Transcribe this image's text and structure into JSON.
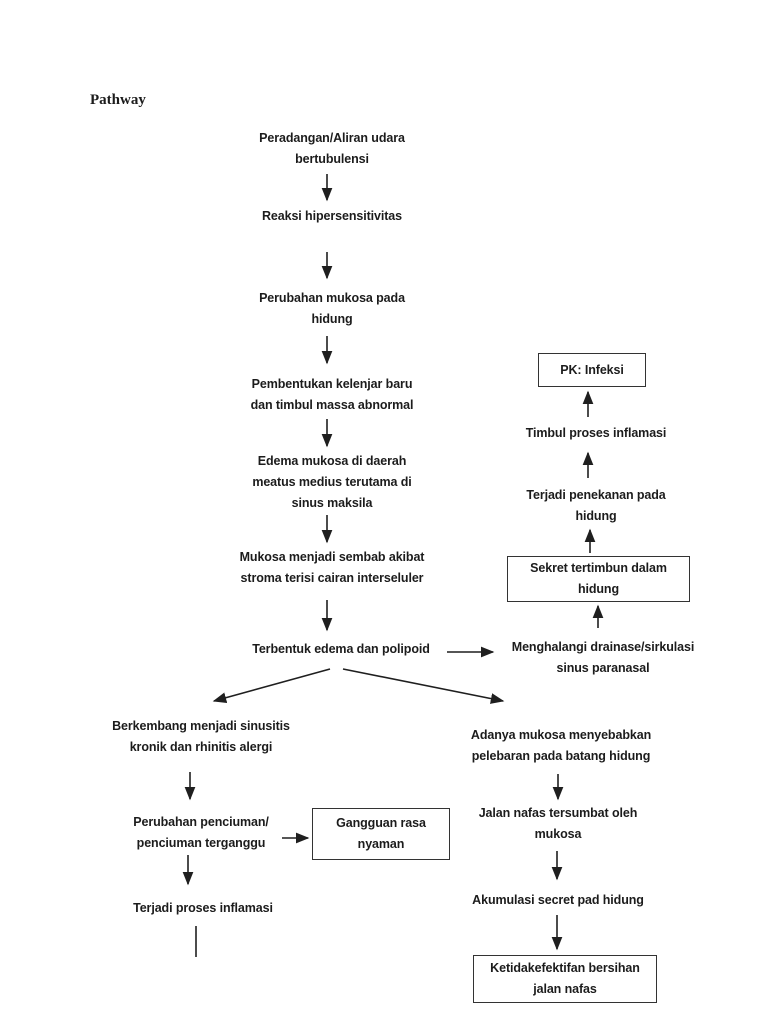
{
  "page": {
    "title": "Pathway",
    "background_color": "#ffffff",
    "ink_color": "#1f1f1f",
    "box_border_color": "#333333"
  },
  "diagram": {
    "type": "flowchart",
    "nodes": {
      "peradangan": {
        "label": "Peradangan/Aliran udara\nbertubulensi",
        "boxed": false
      },
      "reaksi": {
        "label": "Reaksi hipersensitivitas",
        "boxed": false
      },
      "perubahan_mukosa": {
        "label": "Perubahan mukosa pada\nhidung",
        "boxed": false
      },
      "pembentukan": {
        "label": "Pembentukan kelenjar baru\ndan timbul massa abnormal",
        "boxed": false
      },
      "edema_mukosa": {
        "label": "Edema mukosa di daerah\nmeatus medius terutama di\nsinus maksila",
        "boxed": false
      },
      "mukosa_sembab": {
        "label": "Mukosa menjadi sembab akibat\nstroma terisi cairan interseluler",
        "boxed": false
      },
      "terbentuk_edema": {
        "label": "Terbentuk edema dan polipoid",
        "boxed": false
      },
      "pk_infeksi": {
        "label": "PK: Infeksi",
        "boxed": true
      },
      "timbul_inflamasi": {
        "label": "Timbul proses inflamasi",
        "boxed": false
      },
      "penekanan_hidung": {
        "label": "Terjadi penekanan pada\nhidung",
        "boxed": false
      },
      "sekret_tertimbun": {
        "label": "Sekret tertimbun dalam\nhidung",
        "boxed": true
      },
      "menghalangi": {
        "label": "Menghalangi drainase/sirkulasi\nsinus paranasal",
        "boxed": false
      },
      "berkembang": {
        "label": "Berkembang menjadi sinusitis\nkronik dan rhinitis alergi",
        "boxed": false
      },
      "perubahan_penciuman": {
        "label": "Perubahan penciuman/\npenciuman terganggu",
        "boxed": false
      },
      "gangguan_nyaman": {
        "label": "Gangguan rasa\nnyaman",
        "boxed": true
      },
      "proses_inflamasi": {
        "label": "Terjadi proses inflamasi",
        "boxed": false
      },
      "adanya_mukosa": {
        "label": "Adanya mukosa menyebabkan\npelebaran pada batang hidung",
        "boxed": false
      },
      "jalan_nafas": {
        "label": "Jalan nafas tersumbat oleh\nmukosa",
        "boxed": false
      },
      "akumulasi": {
        "label": "Akumulasi secret pad hidung",
        "boxed": false
      },
      "ketidakefektifan": {
        "label": "Ketidakefektifan bersihan\njalan nafas",
        "boxed": true
      }
    },
    "edges": [
      {
        "from": "peradangan",
        "to": "reaksi"
      },
      {
        "from": "reaksi",
        "to": "perubahan_mukosa"
      },
      {
        "from": "perubahan_mukosa",
        "to": "pembentukan"
      },
      {
        "from": "pembentukan",
        "to": "edema_mukosa"
      },
      {
        "from": "edema_mukosa",
        "to": "mukosa_sembab"
      },
      {
        "from": "mukosa_sembab",
        "to": "terbentuk_edema"
      },
      {
        "from": "terbentuk_edema",
        "to": "menghalangi"
      },
      {
        "from": "terbentuk_edema",
        "to": "berkembang"
      },
      {
        "from": "terbentuk_edema",
        "to": "adanya_mukosa"
      },
      {
        "from": "menghalangi",
        "to": "sekret_tertimbun"
      },
      {
        "from": "sekret_tertimbun",
        "to": "penekanan_hidung"
      },
      {
        "from": "penekanan_hidung",
        "to": "timbul_inflamasi"
      },
      {
        "from": "timbul_inflamasi",
        "to": "pk_infeksi"
      },
      {
        "from": "berkembang",
        "to": "perubahan_penciuman"
      },
      {
        "from": "perubahan_penciuman",
        "to": "gangguan_nyaman"
      },
      {
        "from": "perubahan_penciuman",
        "to": "proses_inflamasi"
      },
      {
        "from": "adanya_mukosa",
        "to": "jalan_nafas"
      },
      {
        "from": "jalan_nafas",
        "to": "akumulasi"
      },
      {
        "from": "akumulasi",
        "to": "ketidakefektifan"
      }
    ]
  }
}
